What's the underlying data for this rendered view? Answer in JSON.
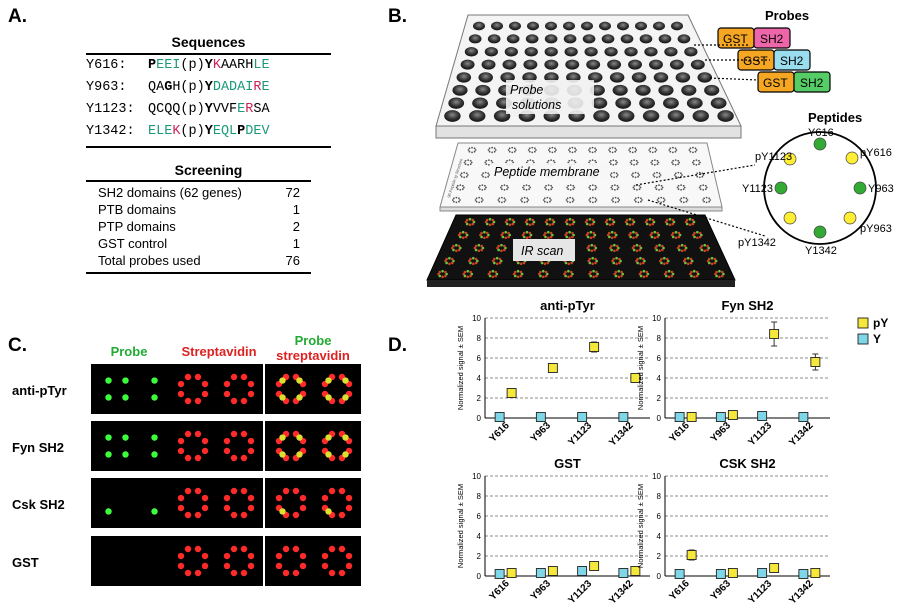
{
  "panels": {
    "a": "A.",
    "b": "B.",
    "c": "C.",
    "d": "D."
  },
  "panelA": {
    "sequences_title": "Sequences",
    "sequences": [
      {
        "label": "Y616:",
        "segments": [
          {
            "t": "P",
            "c": "#000",
            "b": true
          },
          {
            "t": "EEI",
            "c": "#1a9a7a"
          },
          {
            "t": "(p)",
            "c": "#000"
          },
          {
            "t": "Y",
            "c": "#000",
            "b": true
          },
          {
            "t": "K",
            "c": "#cc2255"
          },
          {
            "t": "AARH",
            "c": "#000"
          },
          {
            "t": "LE",
            "c": "#1a9a7a"
          }
        ]
      },
      {
        "label": "Y963:",
        "segments": [
          {
            "t": "QA",
            "c": "#000"
          },
          {
            "t": "G",
            "c": "#000",
            "b": true
          },
          {
            "t": "H",
            "c": "#000"
          },
          {
            "t": "(p)",
            "c": "#000"
          },
          {
            "t": "Y",
            "c": "#000",
            "b": true
          },
          {
            "t": "DADAI",
            "c": "#1a9a7a"
          },
          {
            "t": "R",
            "c": "#cc2255"
          },
          {
            "t": "E",
            "c": "#1a9a7a"
          }
        ]
      },
      {
        "label": "Y1123:",
        "segments": [
          {
            "t": "QCQQ",
            "c": "#000"
          },
          {
            "t": "(p)",
            "c": "#000"
          },
          {
            "t": "Y",
            "c": "#000",
            "b": true
          },
          {
            "t": "VVF",
            "c": "#000"
          },
          {
            "t": "E",
            "c": "#1a9a7a"
          },
          {
            "t": "R",
            "c": "#cc2255"
          },
          {
            "t": "SA",
            "c": "#000"
          }
        ]
      },
      {
        "label": "Y1342:",
        "segments": [
          {
            "t": "ELE",
            "c": "#1a9a7a"
          },
          {
            "t": "K",
            "c": "#cc2255"
          },
          {
            "t": "(p)",
            "c": "#000"
          },
          {
            "t": "Y",
            "c": "#000",
            "b": true
          },
          {
            "t": "EQL",
            "c": "#1a9a7a"
          },
          {
            "t": "P",
            "c": "#000",
            "b": true
          },
          {
            "t": "DEV",
            "c": "#1a9a7a"
          }
        ]
      }
    ],
    "screening_title": "Screening",
    "screening": [
      {
        "label": "SH2 domains (62 genes)",
        "value": "72"
      },
      {
        "label": "PTB domains",
        "value": "1"
      },
      {
        "label": "PTP domains",
        "value": "2"
      },
      {
        "label": "GST control",
        "value": "1"
      },
      {
        "label": "Total probes used",
        "value": "76"
      }
    ]
  },
  "panelB": {
    "probe_solutions": "Probe\nsolutions",
    "peptide_membrane": "Peptide membrane",
    "ir_scan": "IR scan",
    "probes_title": "Probes",
    "probes": [
      {
        "gst": "GST",
        "sh2": "SH2",
        "color": "#ee66aa"
      },
      {
        "gst": "GST",
        "sh2": "SH2",
        "color": "#99ddee"
      },
      {
        "gst": "GST",
        "sh2": "SH2",
        "color": "#55cc66"
      }
    ],
    "peptides_title": "Peptides",
    "peptide_labels": [
      "Y616",
      "pY616",
      "Y963",
      "pY963",
      "Y1342",
      "pY1342",
      "Y1123",
      "pY1123"
    ],
    "membrane_side_label": "96 Peptide Ig Structure",
    "colors": {
      "gst": "#f5a623",
      "yellow": "#ffee33",
      "green": "#33aa33"
    }
  },
  "panelC": {
    "columns": [
      {
        "text": "Probe",
        "color": "#22aa33"
      },
      {
        "text": "Streptavidin",
        "color": "#dd2222"
      },
      {
        "text": "Probe\nstreptavidin",
        "line1": "Probe",
        "line2": "streptavidin",
        "c1": "#22aa33",
        "c2": "#dd2222"
      }
    ],
    "rows": [
      "anti-pTyr",
      "Fyn SH2",
      "Csk SH2",
      "GST"
    ]
  },
  "chart_data": [
    {
      "type": "scatter",
      "title": "anti-pTyr",
      "ylabel": "Normalized signal ± SEM",
      "ylim": [
        0,
        10
      ],
      "categories": [
        "Y616",
        "Y963",
        "Y1123",
        "Y1342"
      ],
      "series": [
        {
          "name": "pY",
          "values": [
            2.5,
            5.0,
            7.1,
            4.0
          ],
          "err": [
            0.2,
            0.2,
            0.5,
            0.2
          ]
        },
        {
          "name": "Y",
          "values": [
            0.1,
            0.1,
            0.1,
            0.1
          ],
          "err": [
            0,
            0,
            0,
            0
          ]
        }
      ]
    },
    {
      "type": "scatter",
      "title": "Fyn SH2",
      "ylabel": "Normalized signal ± SEM",
      "ylim": [
        0,
        10
      ],
      "categories": [
        "Y616",
        "Y963",
        "Y1123",
        "Y1342"
      ],
      "series": [
        {
          "name": "pY",
          "values": [
            0.1,
            0.3,
            8.4,
            5.6
          ],
          "err": [
            0,
            0.1,
            1.2,
            0.8
          ]
        },
        {
          "name": "Y",
          "values": [
            0.1,
            0.1,
            0.2,
            0.1
          ],
          "err": [
            0,
            0,
            0,
            0
          ]
        }
      ]
    },
    {
      "type": "scatter",
      "title": "GST",
      "ylabel": "Normalized signal ± SEM",
      "ylim": [
        0,
        10
      ],
      "categories": [
        "Y616",
        "Y963",
        "Y1123",
        "Y1342"
      ],
      "series": [
        {
          "name": "pY",
          "values": [
            0.3,
            0.5,
            1.0,
            0.5
          ],
          "err": [
            0.1,
            0.1,
            0.2,
            0.1
          ]
        },
        {
          "name": "Y",
          "values": [
            0.2,
            0.3,
            0.5,
            0.3
          ],
          "err": [
            0,
            0,
            0,
            0
          ]
        }
      ]
    },
    {
      "type": "scatter",
      "title": "CSK SH2",
      "ylabel": "Normalized signal ± SEM",
      "ylim": [
        0,
        10
      ],
      "categories": [
        "Y616",
        "Y963",
        "Y1123",
        "Y1342"
      ],
      "series": [
        {
          "name": "pY",
          "values": [
            2.1,
            0.3,
            0.8,
            0.3
          ],
          "err": [
            0.5,
            0.1,
            0.2,
            0.1
          ]
        },
        {
          "name": "Y",
          "values": [
            0.2,
            0.2,
            0.3,
            0.2
          ],
          "err": [
            0,
            0,
            0,
            0
          ]
        }
      ]
    }
  ],
  "legend": [
    {
      "name": "pY",
      "color": "#f5e83a"
    },
    {
      "name": "Y",
      "color": "#7fd6e6"
    }
  ],
  "yticks": [
    "0",
    "2",
    "4",
    "6",
    "8",
    "10"
  ]
}
